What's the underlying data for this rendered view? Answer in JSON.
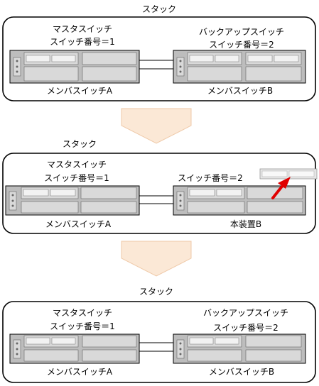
{
  "stage1": {
    "stack_label": "スタック",
    "left": {
      "role": "マスタスイッチ",
      "number": "スイッチ番号＝1",
      "member": "メンバスイッチA"
    },
    "right": {
      "role": "バックアップスイッチ",
      "number": "スイッチ番号＝2",
      "member": "メンバスイッチB"
    }
  },
  "stage2": {
    "stack_label": "スタック",
    "left": {
      "role": "マスタスイッチ",
      "number": "スイッチ番号＝1",
      "member": "メンバスイッチA"
    },
    "right": {
      "number": "スイッチ番号＝2",
      "member": "本装置B"
    }
  },
  "stage3": {
    "stack_label": "スタック",
    "left": {
      "role": "マスタスイッチ",
      "number": "スイッチ番号＝1",
      "member": "メンバスイッチA"
    },
    "right": {
      "role": "バックアップスイッチ",
      "number": "スイッチ番号＝2",
      "member": "メンバスイッチB"
    }
  },
  "colors": {
    "process_arrow_fill": "#fbe8d6",
    "process_arrow_stroke": "#efc9a8",
    "insert_arrow": "#e00000",
    "device_fill": "#bdbdbd"
  }
}
